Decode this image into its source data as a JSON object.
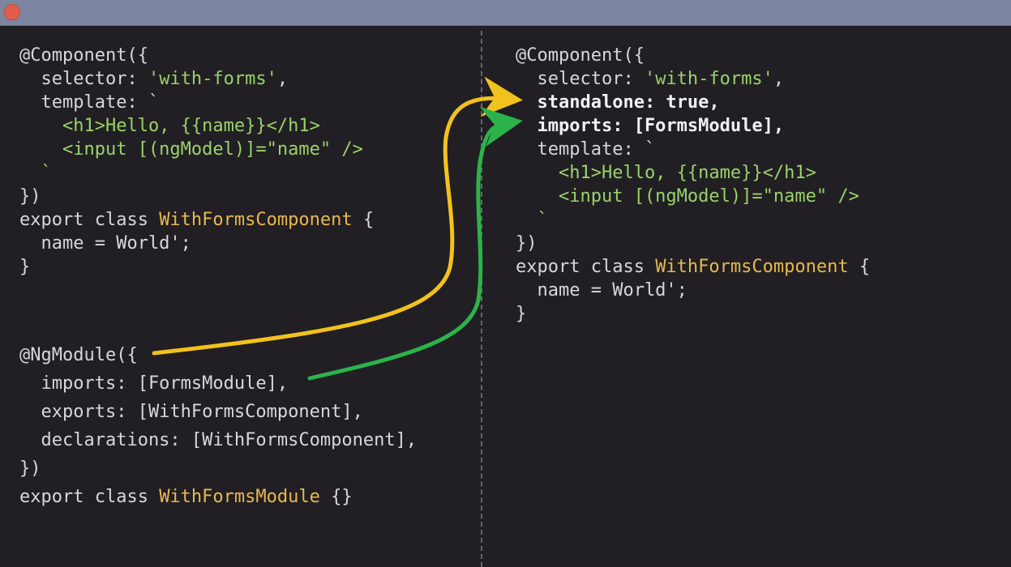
{
  "colors": {
    "titlebar": "#7d86a0",
    "close_button": "#e35d4b",
    "background": "#211f23",
    "string": "#9ad26a",
    "class_name": "#e8b84f",
    "arrow_yellow": "#f2c21c",
    "arrow_green": "#2bb34a"
  },
  "left_component": {
    "line1_a": "@Component({",
    "line2_a": "  selector: ",
    "line2_b": "'with-forms'",
    "line2_c": ",",
    "line3_a": "  template: `",
    "line4_a": "    <h1>Hello, {{name}}</h1>",
    "line5_a": "    <input [(ngModel)]=\"name\" />",
    "line6_a": "  `",
    "line7_a": "})",
    "line8_a": "export class ",
    "line8_b": "WithFormsComponent",
    "line8_c": " {",
    "line9_a": "  name = World';",
    "line10_a": "}"
  },
  "left_module": {
    "line1_a": "@NgModule({",
    "line2_a": "  imports: [FormsModule],",
    "line3_a": "  exports: [WithFormsComponent],",
    "line4_a": "  declarations: [WithFormsComponent],",
    "line5_a": "})",
    "line6_a": "export class ",
    "line6_b": "WithFormsModule",
    "line6_c": " {}"
  },
  "right_component": {
    "line1_a": "@Component({",
    "line2_a": "  selector: ",
    "line2_b": "'with-forms'",
    "line2_c": ",",
    "line3_a": "  standalone: true,",
    "line4_a": "  imports: [FormsModule],",
    "line5_a": "  template: `",
    "line6_a": "    <h1>Hello, {{name}}</h1>",
    "line7_a": "    <input [(ngModel)]=\"name\" />",
    "line8_a": "  `",
    "line9_a": "})",
    "line10_a": "export class ",
    "line10_b": "WithFormsComponent",
    "line10_c": " {",
    "line11_a": "  name = World';",
    "line12_a": "}"
  },
  "icons": {
    "close": "close-icon",
    "arrow_standalone": "arrow-right-icon",
    "arrow_imports": "arrow-right-icon"
  }
}
